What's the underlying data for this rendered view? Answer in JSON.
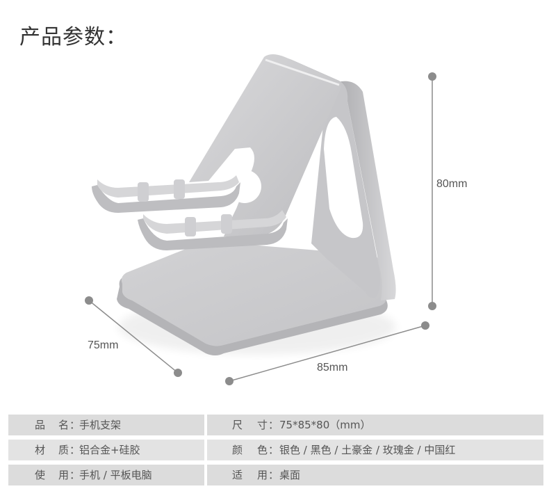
{
  "header": {
    "title": "产品参数："
  },
  "dimensions": {
    "height": "80mm",
    "depth": "75mm",
    "width": "85mm"
  },
  "specs": [
    {
      "left": {
        "k1": "品",
        "k2": "名",
        "value": "手机支架"
      },
      "right": {
        "k1": "尺",
        "k2": "寸",
        "value": "75*85*80（mm）"
      }
    },
    {
      "left": {
        "k1": "材",
        "k2": "质",
        "value": "铝合金+硅胶"
      },
      "right": {
        "k1": "颜",
        "k2": "色",
        "value": "银色 / 黑色 / 土豪金 / 玫瑰金 / 中国红"
      }
    },
    {
      "left": {
        "k1": "使",
        "k2": "用",
        "value": "手机 / 平板电脑"
      },
      "right": {
        "k1": "适",
        "k2": "用",
        "value": "桌面"
      }
    }
  ],
  "separator": "：",
  "colors": {
    "table_bg": "#dcdcdc",
    "text": "#555555",
    "dim_line": "#8c8c8c",
    "metal": "#c9c9cb"
  }
}
